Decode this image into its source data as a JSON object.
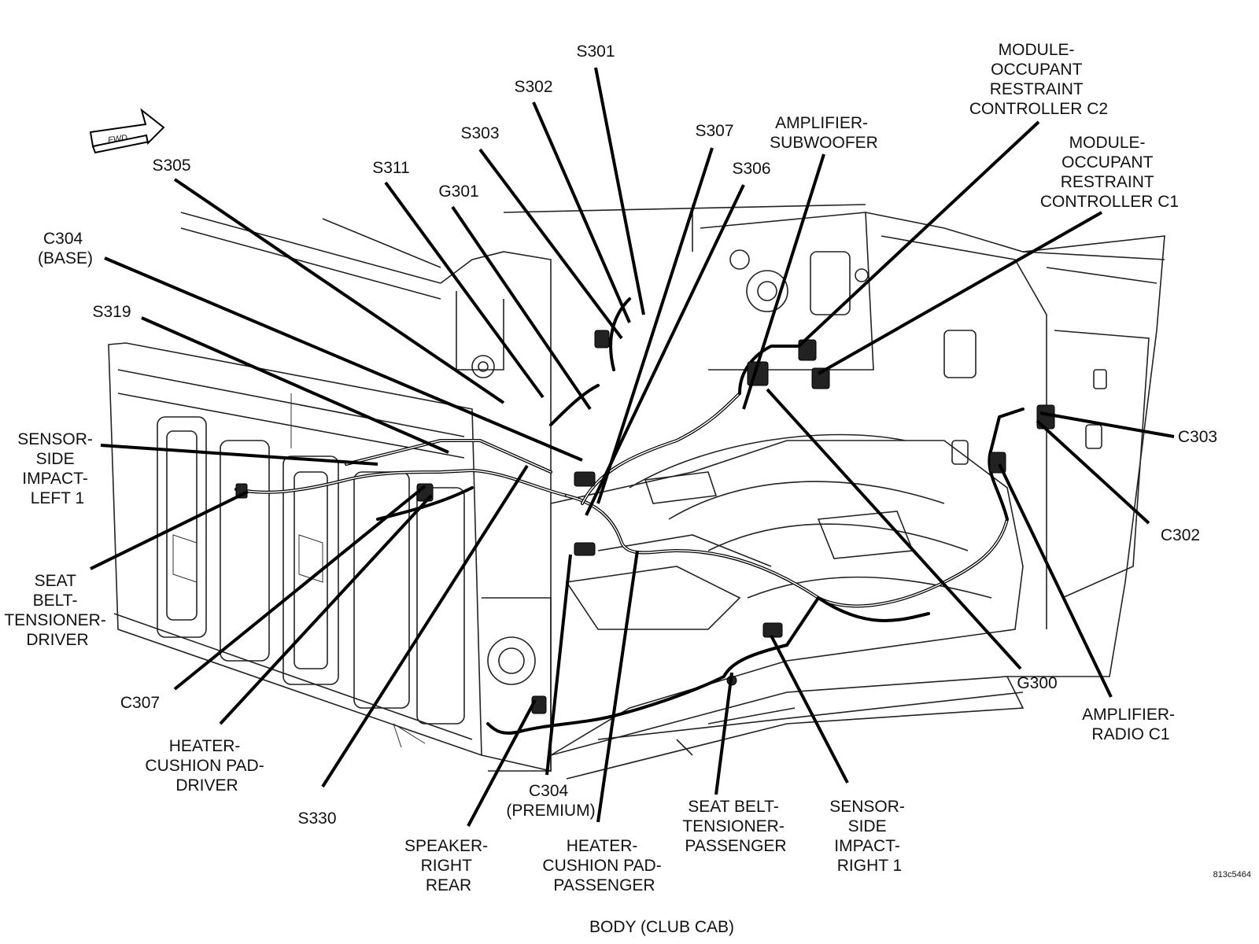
{
  "figure": {
    "caption": "BODY (CLUB CAB)",
    "figure_id": "813c5464",
    "direction_marker": "FWD"
  },
  "callouts": [
    {
      "id": "s301",
      "lines": [
        "S301"
      ]
    },
    {
      "id": "s302",
      "lines": [
        "S302"
      ]
    },
    {
      "id": "s303",
      "lines": [
        "S303"
      ]
    },
    {
      "id": "s307",
      "lines": [
        "S307"
      ]
    },
    {
      "id": "s306",
      "lines": [
        "S306"
      ]
    },
    {
      "id": "s305",
      "lines": [
        "S305"
      ]
    },
    {
      "id": "s311",
      "lines": [
        "S311"
      ]
    },
    {
      "id": "g301",
      "lines": [
        "G301"
      ]
    },
    {
      "id": "c304-base",
      "lines": [
        "C304",
        "(BASE)"
      ]
    },
    {
      "id": "s319",
      "lines": [
        "S319"
      ]
    },
    {
      "id": "amplifier-subwoofer",
      "lines": [
        "AMPLIFIER-",
        "SUBWOOFER"
      ]
    },
    {
      "id": "orc-c2",
      "lines": [
        "MODULE-",
        "OCCUPANT",
        "RESTRAINT",
        "CONTROLLER C2"
      ]
    },
    {
      "id": "orc-c1",
      "lines": [
        "MODULE-",
        "OCCUPANT",
        "RESTRAINT",
        "CONTROLLER C1"
      ]
    },
    {
      "id": "sensor-left",
      "lines": [
        "SENSOR-",
        "SIDE",
        "IMPACT-",
        "LEFT 1"
      ]
    },
    {
      "id": "tensioner-driver",
      "lines": [
        "SEAT",
        "BELT-",
        "TENSIONER-",
        "DRIVER"
      ]
    },
    {
      "id": "c303",
      "lines": [
        "C303"
      ]
    },
    {
      "id": "c302",
      "lines": [
        "C302"
      ]
    },
    {
      "id": "c307",
      "lines": [
        "C307"
      ]
    },
    {
      "id": "heater-driver",
      "lines": [
        "HEATER-",
        "CUSHION PAD-",
        "DRIVER"
      ]
    },
    {
      "id": "s330",
      "lines": [
        "S330"
      ]
    },
    {
      "id": "c304-premium",
      "lines": [
        "C304",
        "(PREMIUM)"
      ]
    },
    {
      "id": "speaker-right-rear",
      "lines": [
        "SPEAKER-",
        "RIGHT",
        "REAR"
      ]
    },
    {
      "id": "heater-passenger",
      "lines": [
        "HEATER-",
        "CUSHION PAD-",
        "PASSENGER"
      ]
    },
    {
      "id": "tensioner-passenger",
      "lines": [
        "SEAT BELT-",
        "TENSIONER-",
        "PASSENGER"
      ]
    },
    {
      "id": "sensor-right",
      "lines": [
        "SENSOR-",
        "SIDE",
        "IMPACT-",
        "RIGHT 1"
      ]
    },
    {
      "id": "g300",
      "lines": [
        "G300"
      ]
    },
    {
      "id": "amplifier-radio",
      "lines": [
        "AMPLIFIER-",
        "RADIO C1"
      ]
    }
  ]
}
